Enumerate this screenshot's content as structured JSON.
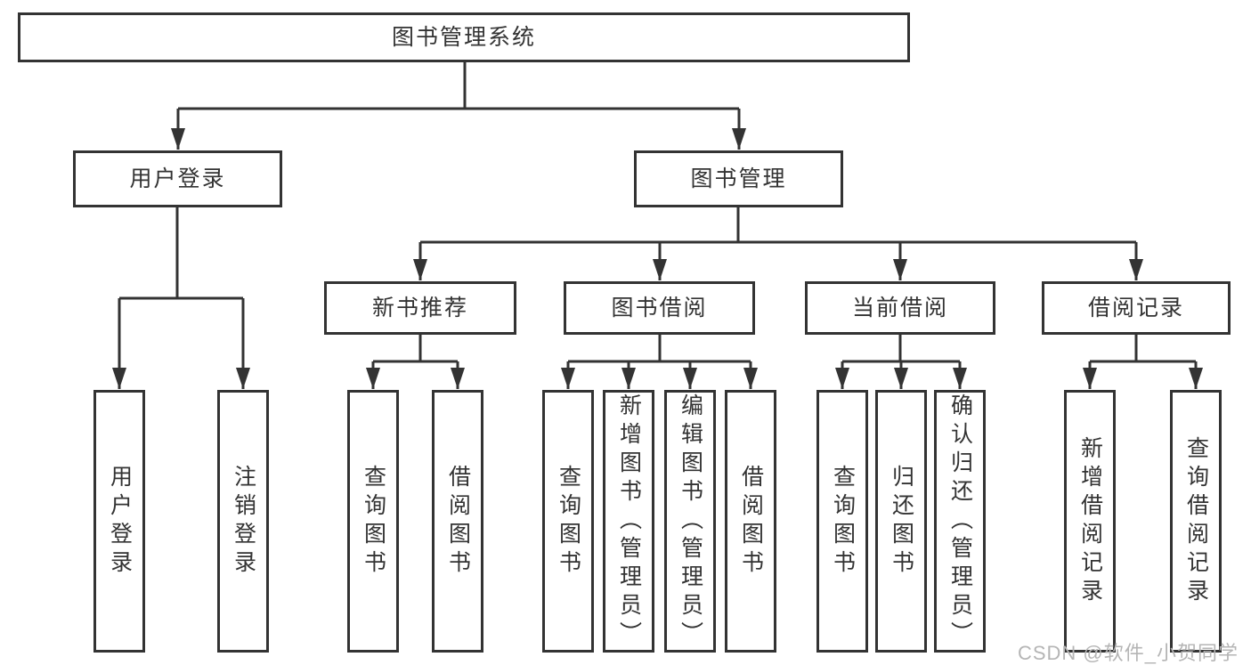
{
  "tree": {
    "root": "图书管理系统",
    "level2": [
      {
        "label": "用户登录"
      },
      {
        "label": "图书管理"
      }
    ],
    "level3": [
      {
        "label": "新书推荐"
      },
      {
        "label": "图书借阅"
      },
      {
        "label": "当前借阅"
      },
      {
        "label": "借阅记录"
      }
    ],
    "leaves": {
      "user_login": [
        "用户登录",
        "注销登录"
      ],
      "new_book_recommendation": [
        "查询图书",
        "借阅图书"
      ],
      "book_borrowing": [
        "查询图书",
        "新增图书（管理员）",
        "编辑图书（管理员）",
        "借阅图书"
      ],
      "current_borrowing": [
        "查询图书",
        "归还图书",
        "确认归还（管理员）"
      ],
      "borrowing_records": [
        "新增借阅记录",
        "查询借阅记录"
      ]
    }
  },
  "watermark": "CSDN @软件_小贺同学",
  "colors": {
    "line": "#333333",
    "box_border": "#333333",
    "text": "#333333",
    "watermark": "#b5b5b5",
    "background": "#ffffff"
  }
}
